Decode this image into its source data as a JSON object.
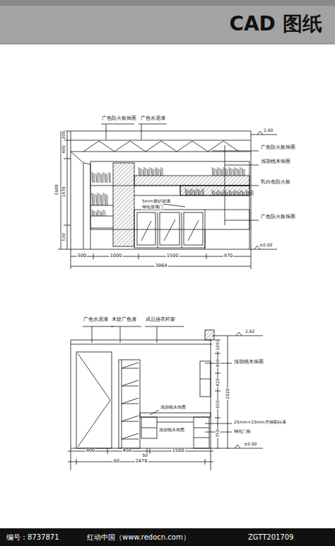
{
  "diagram": {
    "title": "CAD 图纸",
    "labels": [
      "广色防火板饰面",
      "广色水泥漆",
      "2.60",
      "广色防火板饰面",
      "浅胡桃木饰面",
      "乳白色防火板",
      "5mm磨砂玻璃",
      "钢化玻璃门",
      "广色防火板饰面",
      "±0.00",
      "200",
      "400",
      "2600",
      "1470",
      "530",
      "500",
      "1000",
      "1500",
      "970",
      "3969",
      "广色水泥漆",
      "木纹广色漆",
      "成品挂衣杆架",
      "2.62",
      "浅胡桃木饰面",
      "浅胡桃木饰面",
      "浅胡桃木饰面",
      "25mm×25mm方钢刷白漆",
      "钢化门板",
      "±0.00",
      "320",
      "480",
      "420",
      "650",
      "750",
      "2620",
      "900",
      "450",
      "50",
      "1500",
      "60",
      "2478",
      "编号：8737871",
      "红动中国（www.redocn.com）",
      "ZGTT201709"
    ]
  }
}
